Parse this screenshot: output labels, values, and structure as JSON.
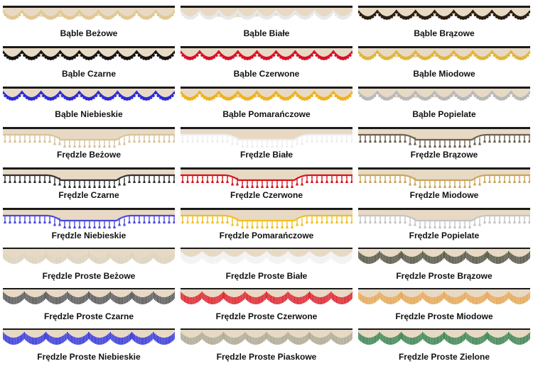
{
  "fabric_color": "#e8d9c4",
  "top_band_color": "#1a1a1a",
  "items": [
    {
      "label": "Bąble Beżowe",
      "trim": "pompom",
      "color": "#e0c893"
    },
    {
      "label": "Bąble Białe",
      "trim": "pompom",
      "color": "#e8e8e8"
    },
    {
      "label": "Bąble Brązowe",
      "trim": "pompom",
      "color": "#2a1e12"
    },
    {
      "label": "Bąble Czarne",
      "trim": "pompom",
      "color": "#141414"
    },
    {
      "label": "Bąble Czerwone",
      "trim": "pompom",
      "color": "#d8102a"
    },
    {
      "label": "Bąble Miodowe",
      "trim": "pompom",
      "color": "#e0b53a"
    },
    {
      "label": "Bąble Niebieskie",
      "trim": "pompom",
      "color": "#2b2bd8"
    },
    {
      "label": "Bąble Pomarańczowe",
      "trim": "pompom",
      "color": "#f0b21a"
    },
    {
      "label": "Bąble Popielate",
      "trim": "pompom",
      "color": "#b8b8b8"
    },
    {
      "label": "Frędzle Beżowe",
      "trim": "tassel",
      "color": "#d8c39c"
    },
    {
      "label": "Frędzle Białe",
      "trim": "tassel",
      "color": "#eeeeee"
    },
    {
      "label": "Frędzle Brązowe",
      "trim": "tassel",
      "color": "#6e6150"
    },
    {
      "label": "Frędzle Czarne",
      "trim": "tassel",
      "color": "#333333"
    },
    {
      "label": "Frędzle Czerwone",
      "trim": "tassel",
      "color": "#d4141e"
    },
    {
      "label": "Frędzle Miodowe",
      "trim": "tassel",
      "color": "#c9a55a"
    },
    {
      "label": "Frędzle Niebieskie",
      "trim": "tassel",
      "color": "#4a4ae0"
    },
    {
      "label": "Frędzle Pomarańczowe",
      "trim": "tassel",
      "color": "#f1bf22"
    },
    {
      "label": "Frędzle Popielate",
      "trim": "tassel",
      "color": "#c4c4c4"
    },
    {
      "label": "Frędzle Proste Beżowe",
      "trim": "fringe",
      "color": "#d8cdb4"
    },
    {
      "label": "Frędzle Proste Białe",
      "trim": "fringe",
      "color": "#f0f0f0"
    },
    {
      "label": "Frędzle Proste Brązowe",
      "trim": "fringe",
      "color": "#4a4a38"
    },
    {
      "label": "Frędzle Proste Czarne",
      "trim": "fringe",
      "color": "#4d4d4d"
    },
    {
      "label": "Frędzle Proste Czerwone",
      "trim": "fringe",
      "color": "#d8141e"
    },
    {
      "label": "Frędzle Proste Miodowe",
      "trim": "fringe",
      "color": "#e2a04a"
    },
    {
      "label": "Frędzle Proste Niebieskie",
      "trim": "fringe",
      "color": "#2a2ad4"
    },
    {
      "label": "Frędzle Proste Piaskowe",
      "trim": "fringe",
      "color": "#a8a28a"
    },
    {
      "label": "Frędzle Proste Zielone",
      "trim": "fringe",
      "color": "#2f7a46"
    }
  ]
}
